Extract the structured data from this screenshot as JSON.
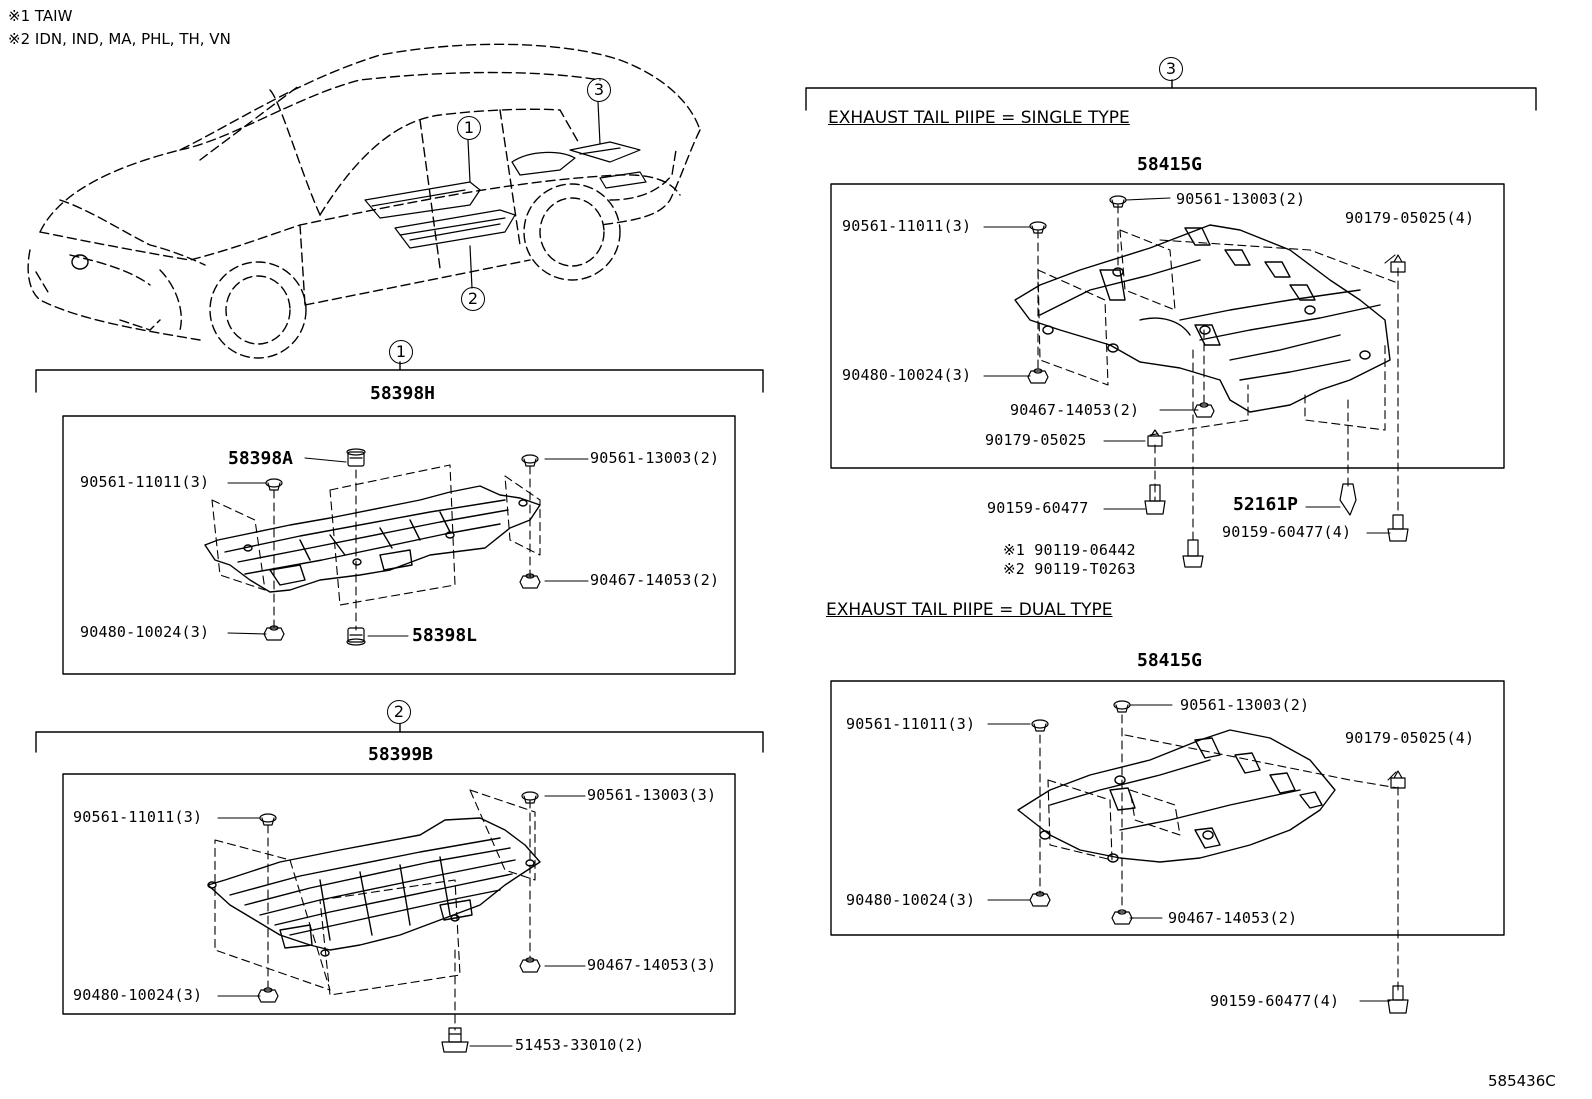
{
  "notes": [
    {
      "mark": "※1",
      "text": "TAIW"
    },
    {
      "mark": "※2",
      "text": "IDN, IND, MA, PHL, TH, VN"
    }
  ],
  "circles": {
    "c1": "1",
    "c2": "2",
    "c3": "3"
  },
  "group1": {
    "assembly": "58398H",
    "parts": {
      "p58398A": "58398A",
      "p58398L": "58398L",
      "pClipA": "90561-11011(3)",
      "pClipB": "90561-13003(2)",
      "pNutA": "90480-10024(3)",
      "pNutB": "90467-14053(2)"
    }
  },
  "group2": {
    "assembly": "58399B",
    "parts": {
      "pClipA": "90561-11011(3)",
      "pClipB": "90561-13003(3)",
      "pNutA": "90480-10024(3)",
      "pNutB": "90467-14053(3)",
      "pBolt": "51453-33010(2)"
    }
  },
  "group3": {
    "single": {
      "title": "EXHAUST TAIL PIIPE = SINGLE TYPE",
      "assembly": "58415G",
      "parts": {
        "pClipB": "90561-13003(2)",
        "pClipA": "90561-11011(3)",
        "pNutSpring": "90179-05025(4)",
        "pNutA": "90480-10024(3)",
        "pNutB": "90467-14053(2)",
        "pNutSpring2": "90179-05025",
        "pBolt": "90159-60477",
        "pRivet": "52161P",
        "pBolt4": "90159-60477(4)",
        "pBoltTaiw": "※1 90119-06442",
        "pBoltOther": "※2 90119-T0263"
      }
    },
    "dual": {
      "title": "EXHAUST TAIL PIIPE = DUAL TYPE",
      "assembly": "58415G",
      "parts": {
        "pClipB": "90561-13003(2)",
        "pClipA": "90561-11011(3)",
        "pNutSpring": "90179-05025(4)",
        "pNutA": "90480-10024(3)",
        "pNutB": "90467-14053(2)",
        "pBolt4": "90159-60477(4)"
      }
    }
  },
  "illustration_code": "585436C"
}
